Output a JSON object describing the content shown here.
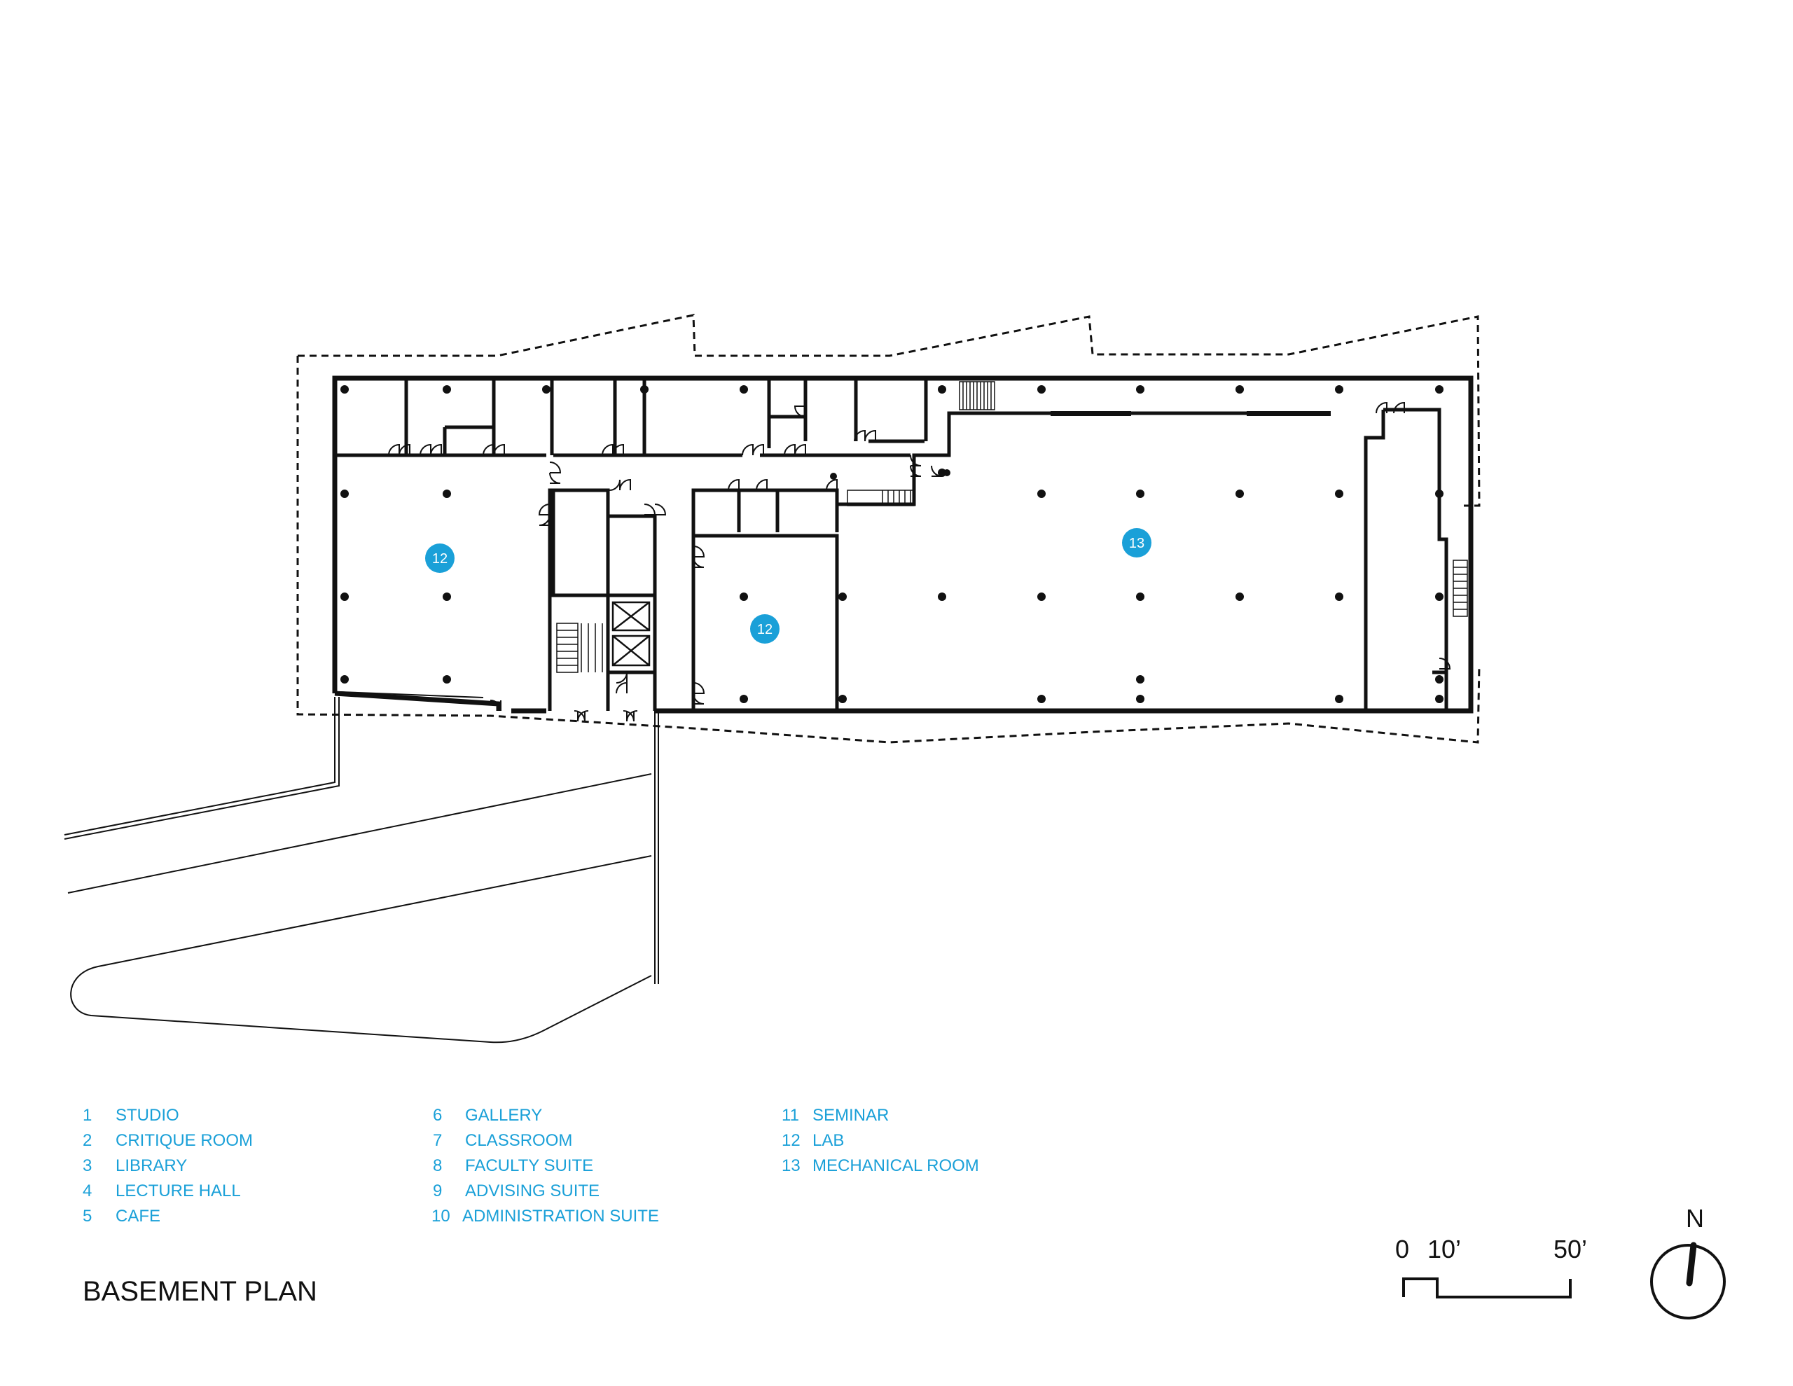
{
  "title": "BASEMENT PLAN",
  "legend": {
    "col1": [
      {
        "num": "1",
        "label": "STUDIO"
      },
      {
        "num": "2",
        "label": "CRITIQUE ROOM"
      },
      {
        "num": "3",
        "label": "LIBRARY"
      },
      {
        "num": "4",
        "label": "LECTURE HALL"
      },
      {
        "num": "5",
        "label": "CAFE"
      }
    ],
    "col2": [
      {
        "num": "6",
        "label": "GALLERY"
      },
      {
        "num": "7",
        "label": "CLASSROOM"
      },
      {
        "num": "8",
        "label": "FACULTY SUITE"
      },
      {
        "num": "9",
        "label": "ADVISING SUITE"
      },
      {
        "num": "10",
        "label": "ADMINISTRATION SUITE"
      }
    ],
    "col3": [
      {
        "num": "11",
        "label": "SEMINAR"
      },
      {
        "num": "12",
        "label": "LAB"
      },
      {
        "num": "13",
        "label": "MECHANICAL ROOM"
      }
    ]
  },
  "room_tags": {
    "lab_west": "12",
    "lab_center": "12",
    "mechanical": "13"
  },
  "scale_bar": {
    "zero": "0",
    "ten": "10’",
    "fifty": "50’"
  },
  "north_label": "N",
  "colors": {
    "accent": "#1aa0d8",
    "ink": "#111111"
  }
}
